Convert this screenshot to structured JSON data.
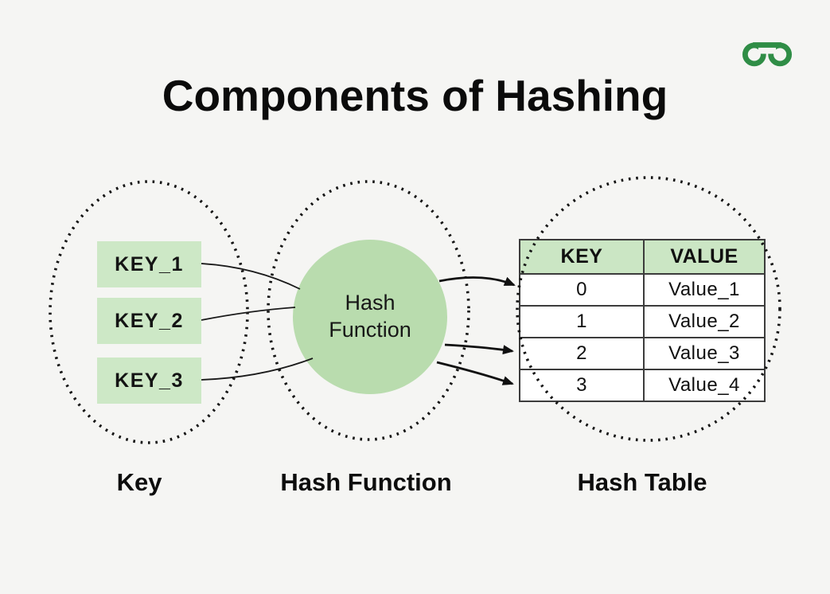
{
  "page": {
    "title": "Components of Hashing",
    "background_color": "#f5f5f3"
  },
  "logo": {
    "icon": "geeksforgeeks-logo",
    "color": "#2f8d46"
  },
  "colors": {
    "key_box_green": "#cde8c6",
    "circle_green": "#b9dcae",
    "table_header_green": "#cbe6c4",
    "outline_black": "#1a1a1a",
    "table_border": "#4d4d4d"
  },
  "key_group": {
    "label": "Key",
    "keys": [
      "KEY_1",
      "KEY_2",
      "KEY_3"
    ]
  },
  "hash_function": {
    "circle_label": "Hash Function",
    "label": "Hash Function"
  },
  "hash_table": {
    "label": "Hash Table",
    "headers": [
      "KEY",
      "VALUE"
    ],
    "rows": [
      [
        "0",
        "Value_1"
      ],
      [
        "1",
        "Value_2"
      ],
      [
        "2",
        "Value_3"
      ],
      [
        "3",
        "Value_4"
      ]
    ]
  }
}
